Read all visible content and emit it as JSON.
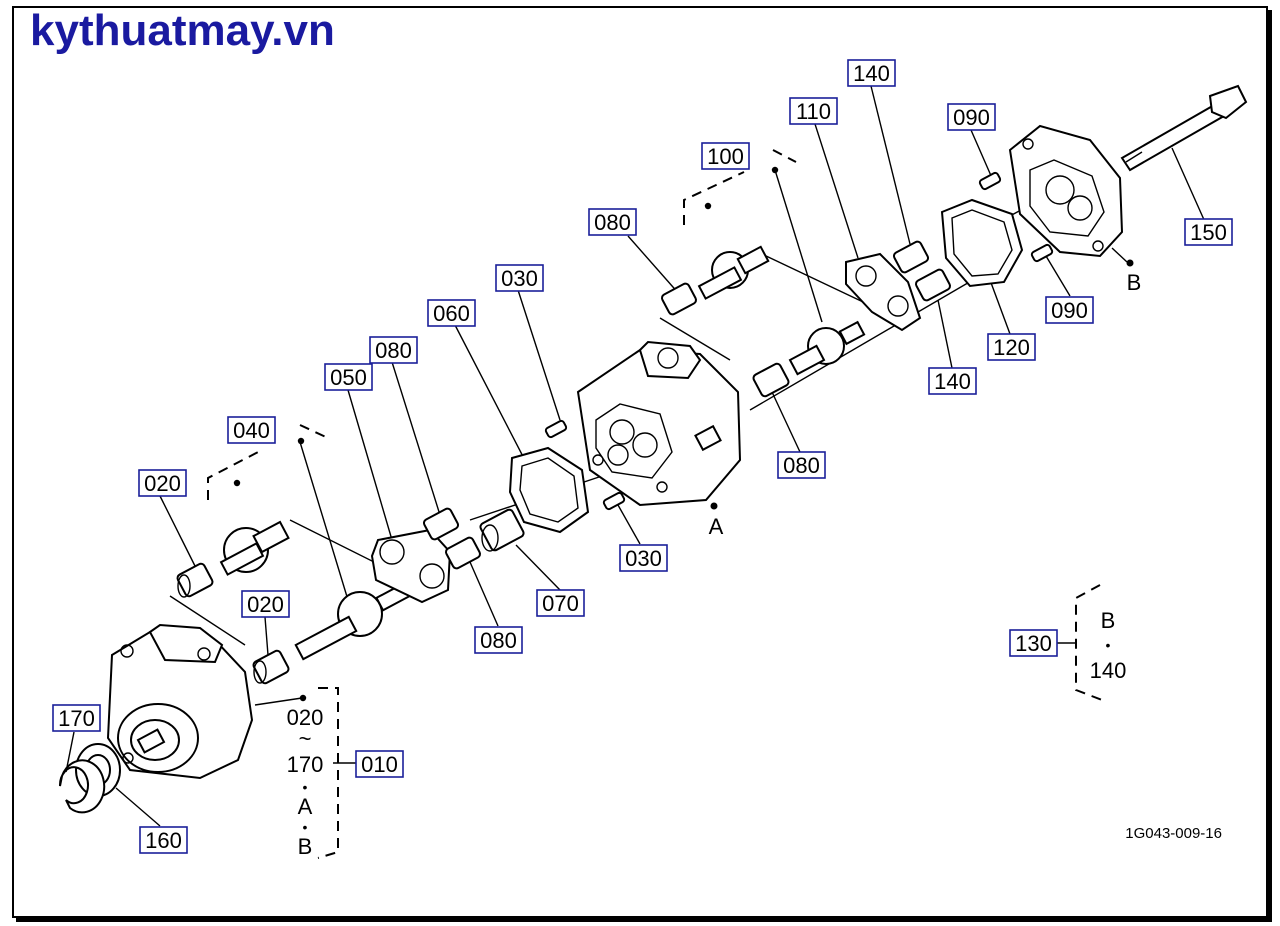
{
  "watermark": {
    "text": "kythuatmay.vn",
    "color": "#1a1aa0"
  },
  "drawing_code": "1G043-009-16",
  "colors": {
    "callout_border": "#1a1f99",
    "line": "#000000"
  },
  "callouts": {
    "c020a": "020",
    "c020b": "020",
    "c040": "040",
    "c050": "050",
    "c080a": "080",
    "c060": "060",
    "c030a": "030",
    "c080b": "080",
    "c100": "100",
    "c110": "110",
    "c140a": "140",
    "c090a": "090",
    "c150": "150",
    "c090b": "090",
    "c120": "120",
    "c140b": "140",
    "c080c": "080",
    "c030b": "030",
    "c070": "070",
    "c080d": "080",
    "c170": "170",
    "c160": "160",
    "c010": "010",
    "c130": "130"
  },
  "markers": {
    "a_block": "A",
    "b_cover": "B"
  },
  "assembly_010": {
    "from": "020",
    "tilde": "~",
    "to": "170",
    "dot1": "•",
    "a": "A",
    "dot2": "•",
    "b": "B"
  },
  "kit_130": {
    "b": "B",
    "dot": "•",
    "n": "140"
  }
}
